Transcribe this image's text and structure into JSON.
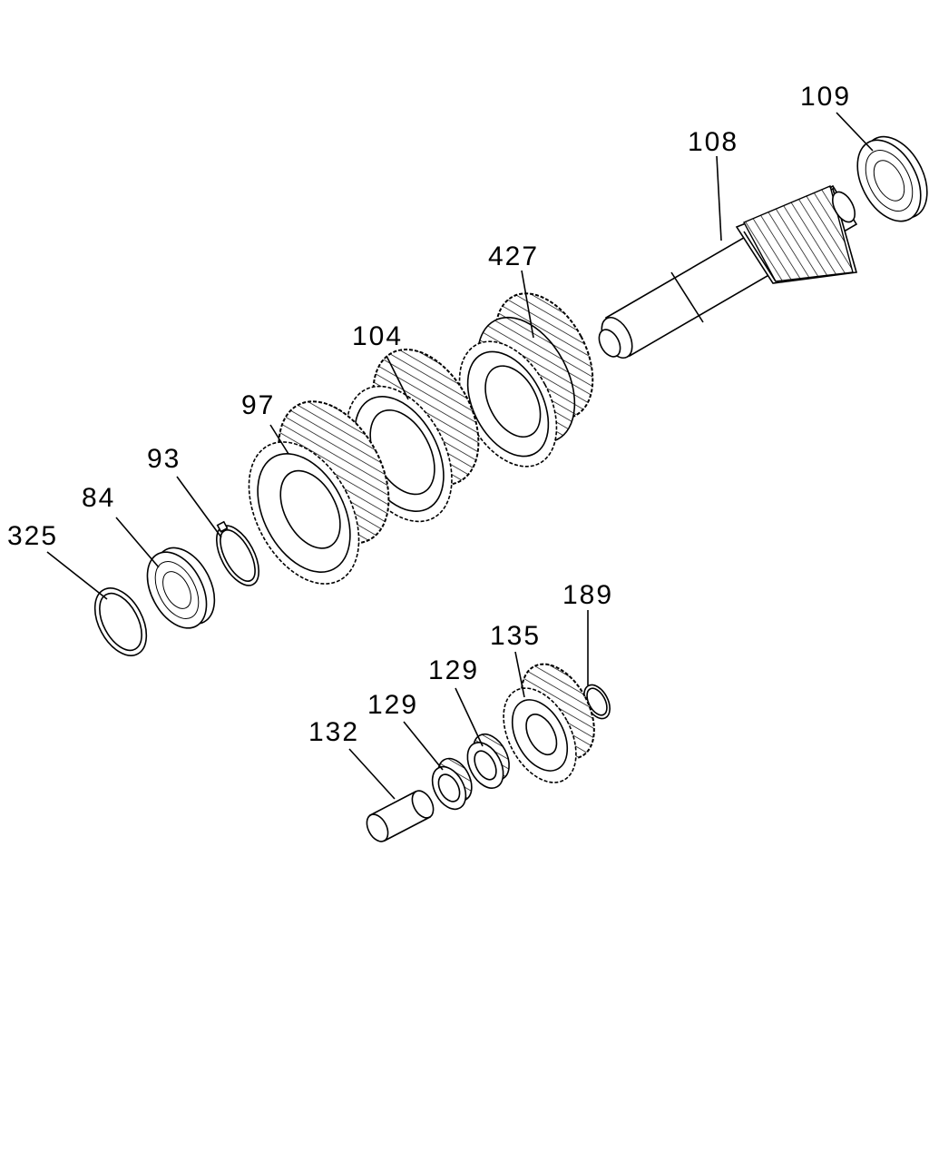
{
  "callouts": {
    "c109": "109",
    "c108": "108",
    "c427": "427",
    "c104": "104",
    "c97": "97",
    "c93": "93",
    "c84": "84",
    "c325": "325",
    "c189": "189",
    "c135": "135",
    "c129a": "129",
    "c129b": "129",
    "c132": "132"
  }
}
